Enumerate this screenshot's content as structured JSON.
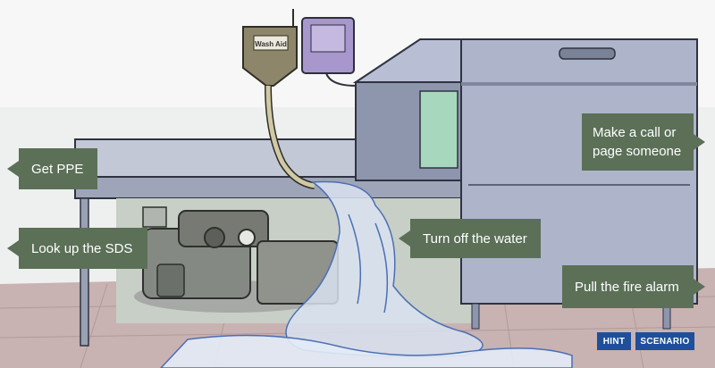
{
  "scene": {
    "soap_label": "Wash Aid"
  },
  "actions": {
    "get_ppe": "Get PPE",
    "look_up_sds": "Look up the SDS",
    "turn_off_water": "Turn off the water",
    "make_call": "Make a call or\npage someone",
    "pull_alarm": "Pull the fire alarm"
  },
  "toolbar": {
    "hint": "HINT",
    "scenario": "SCENARIO"
  },
  "colors": {
    "callout_bg": "#5b7057",
    "button_bg": "#1f4f9a"
  }
}
